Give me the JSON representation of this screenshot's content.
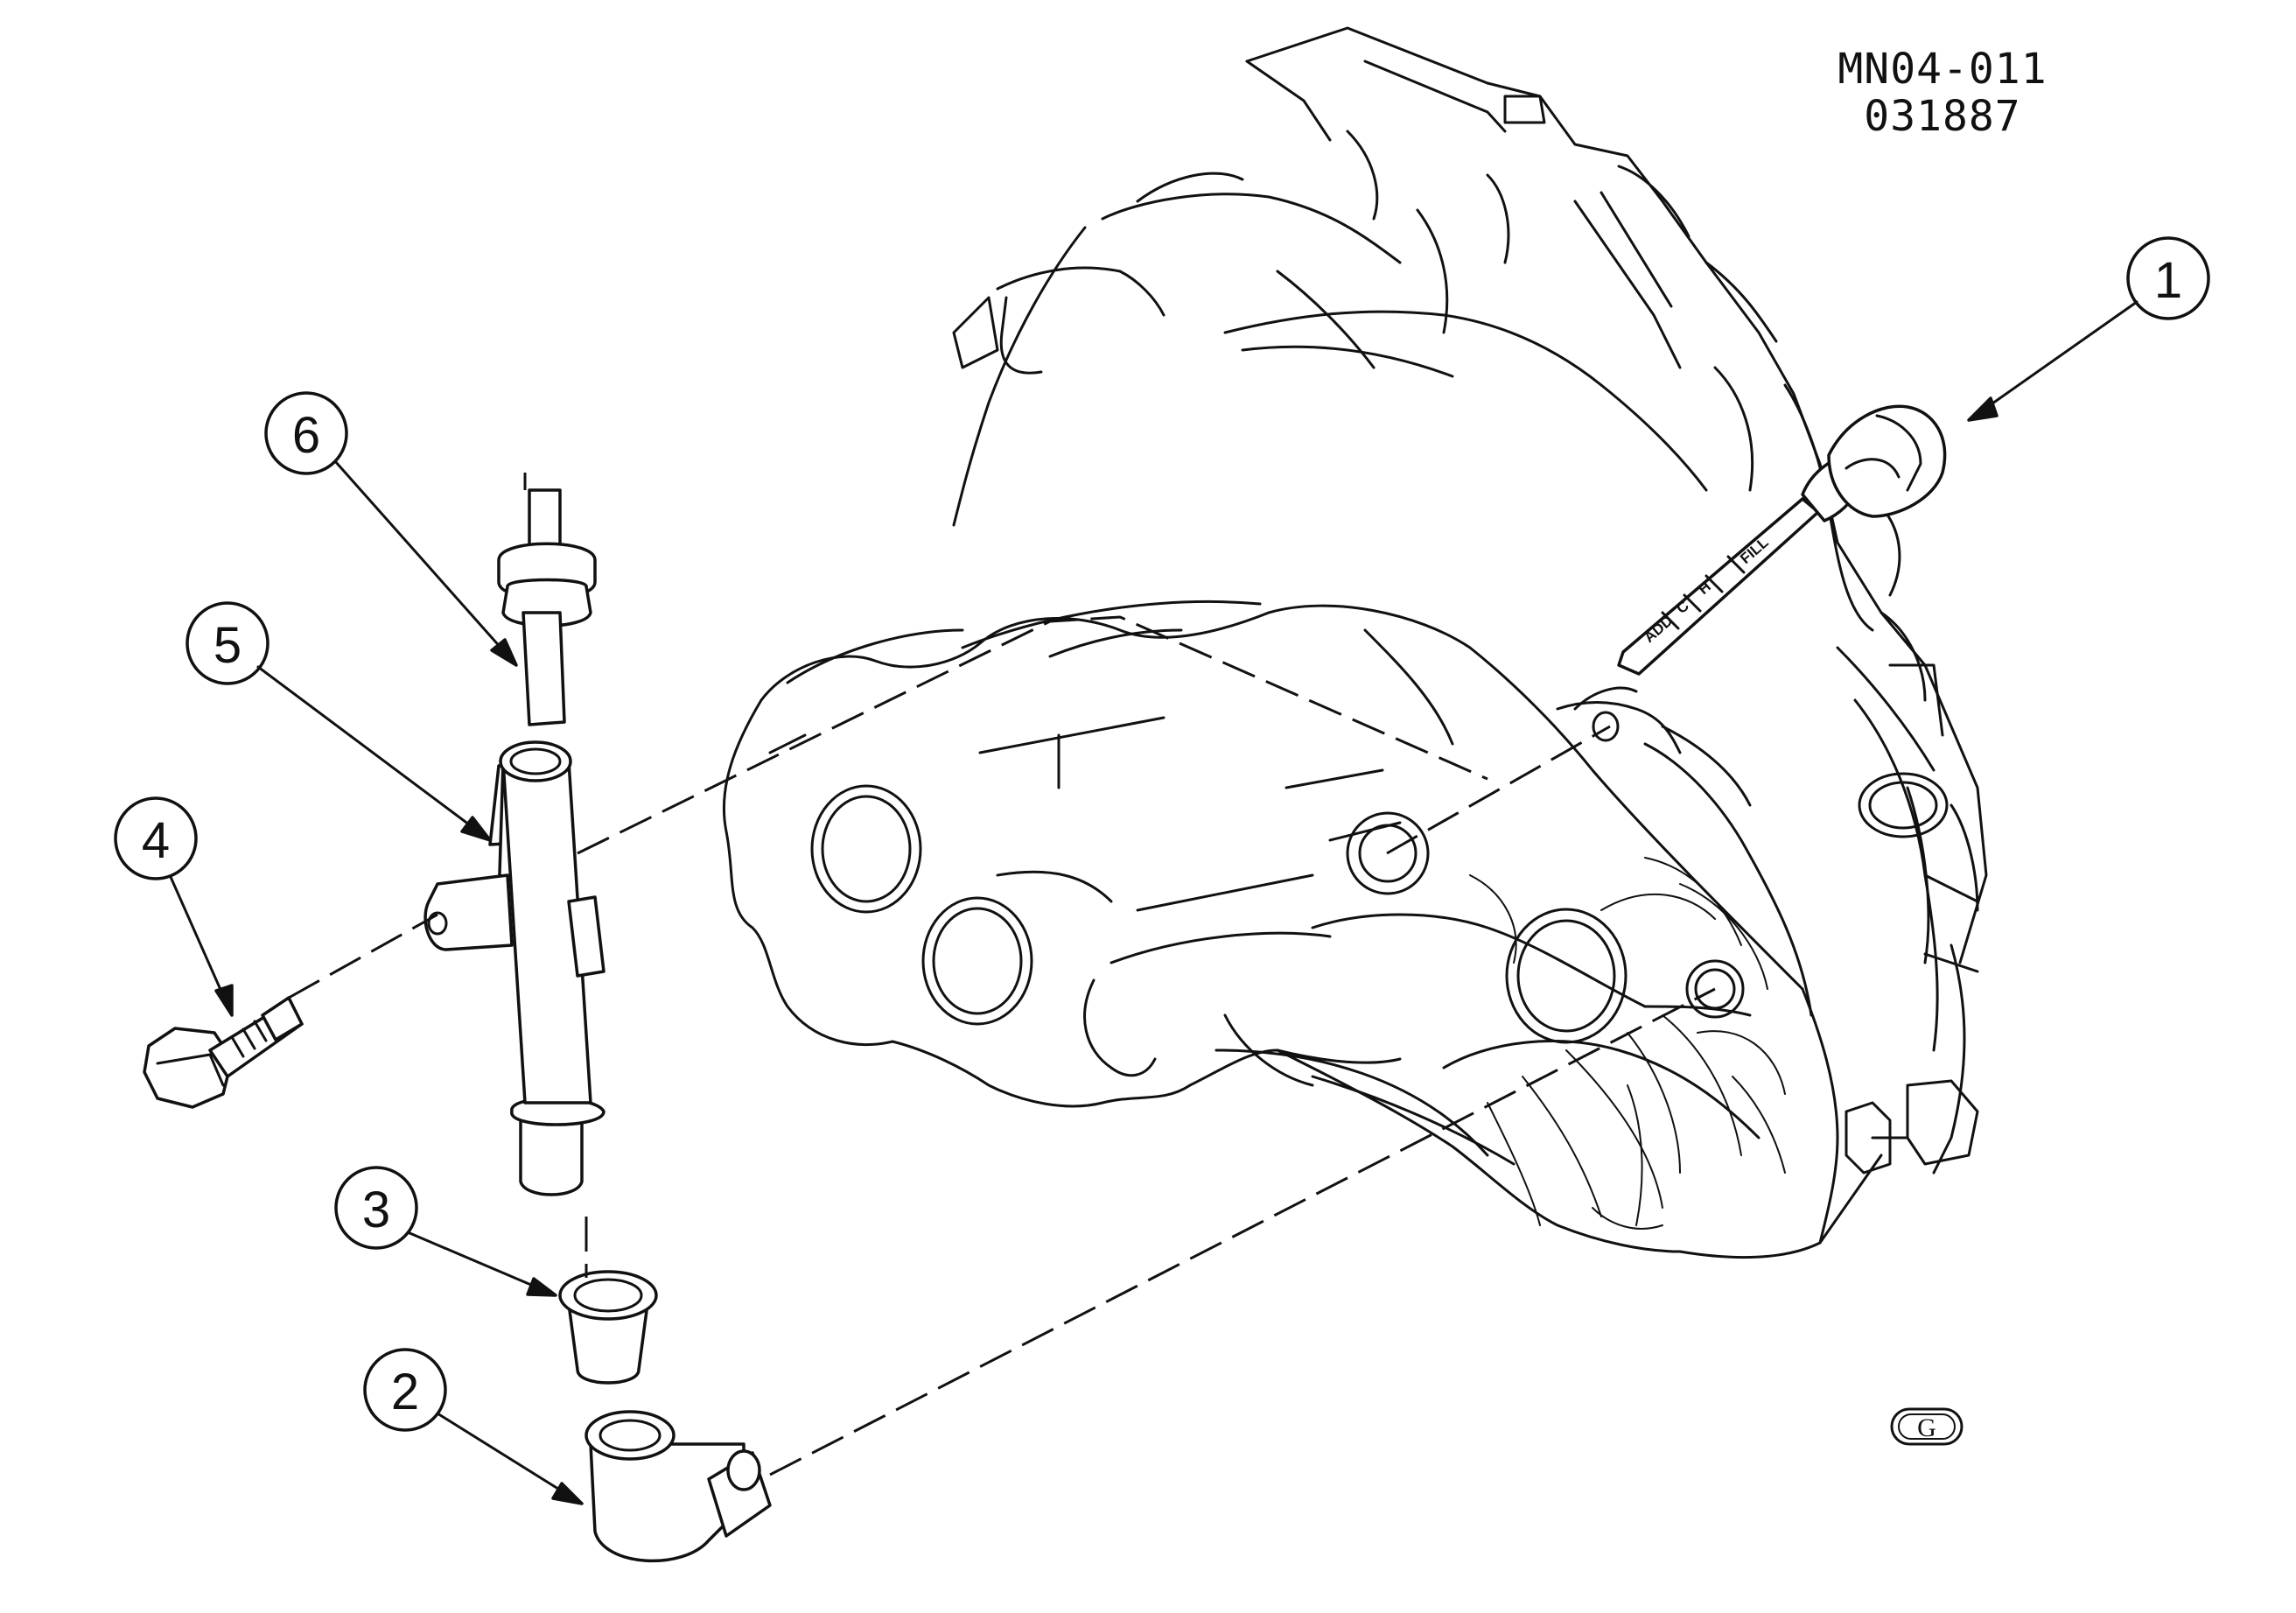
{
  "diagram": {
    "figure_code": "MN04-011",
    "figure_date": "031887",
    "logo_letter": "G",
    "dipstick_marks": [
      "ADD",
      "C",
      "H",
      "FILL"
    ],
    "callouts": [
      {
        "number": "1",
        "part": "dipstick"
      },
      {
        "number": "2",
        "part": "elbow-fitting"
      },
      {
        "number": "3",
        "part": "seal"
      },
      {
        "number": "4",
        "part": "bolt"
      },
      {
        "number": "5",
        "part": "fill-tube"
      },
      {
        "number": "6",
        "part": "vent-plug"
      }
    ]
  }
}
